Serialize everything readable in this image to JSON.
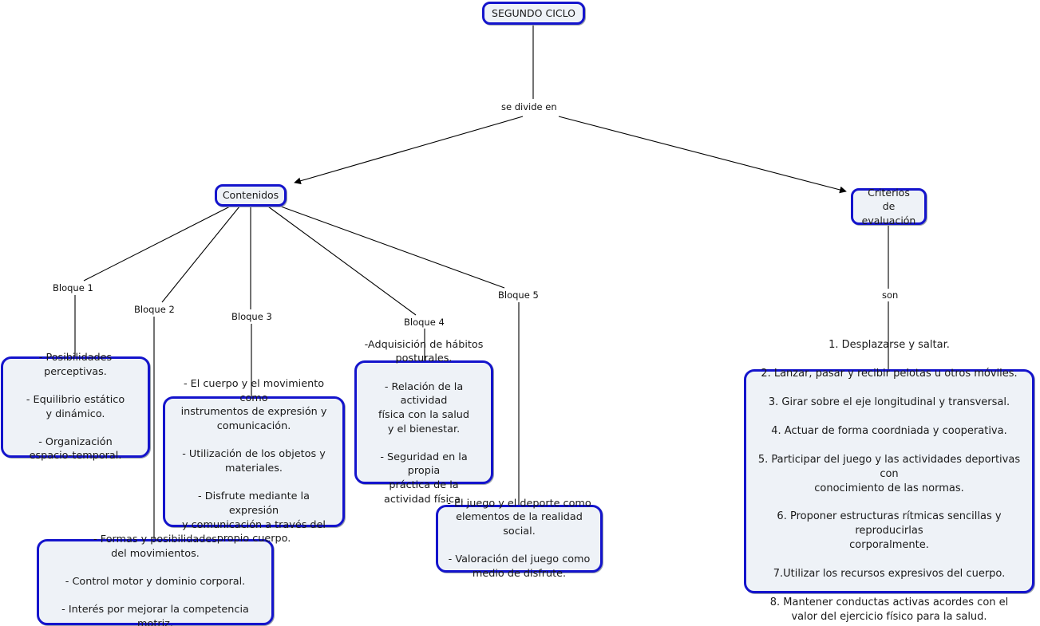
{
  "diagram": {
    "title": "SEGUNDO CICLO",
    "type": "concept-map",
    "colors": {
      "node_border": "#1414cc",
      "node_fill": "#eef2f7",
      "edge": "#000000",
      "text": "#1a1a1a"
    }
  },
  "nodes": {
    "root": {
      "label": "SEGUNDO CICLO"
    },
    "contenidos": {
      "label": "Contenidos"
    },
    "criterios": {
      "label": "Criterios de\nevaluación"
    },
    "bloque1_box": {
      "label": "- Posibilidades perceptivas.\n\n- Equilibrio estático\ny dinámico.\n\n- Organización\nespacio-temporal."
    },
    "bloque2_box": {
      "label": "- Formas y posibilidades\ndel movimientos.\n\n- Control motor y dominio corporal.\n\n- Interés por mejorar la competencia motriz."
    },
    "bloque3_box": {
      "label": "- El cuerpo y el movimiento como\ninstrumentos de expresión y\ncomunicación.\n\n- Utilización de los objetos y\nmateriales.\n\n- Disfrute mediante la expresión\ny comunicación a través del\npropio cuerpo."
    },
    "bloque4_box": {
      "label": "-Adquisición de hábitos\nposturales.\n\n- Relación de la actividad\nfísica con la salud\ny el bienestar.\n\n- Seguridad en la propia\npráctica de la\nactividad física."
    },
    "bloque5_box": {
      "label": "- El juego y el deporte como\nelementos de la realidad social.\n\n- Valoración del juego como\nmedio de disfrute."
    },
    "criterios_box": {
      "label": "1. Desplazarse y saltar.\n\n2. Lanzar, pasar y recibir pelotas u otros móviles.\n\n3. Girar sobre el eje longitudinal y transversal.\n\n4. Actuar de forma coordniada y cooperativa.\n\n5. Participar del juego y las actividades deportivas con\nconocimiento de las normas.\n\n6. Proponer estructuras rítmicas sencillas y reproducirlas\ncorporalmente.\n\n7.Utilizar los recursos expresivos del cuerpo.\n\n8. Mantener conductas activas acordes con el\nvalor del ejercicio físico para la salud."
    }
  },
  "edge_labels": {
    "se_divide_en": "se divide en",
    "bloque1": "Bloque 1",
    "bloque2": "Bloque 2",
    "bloque3": "Bloque 3",
    "bloque4": "Bloque 4",
    "bloque5": "Bloque 5",
    "son": "son"
  }
}
